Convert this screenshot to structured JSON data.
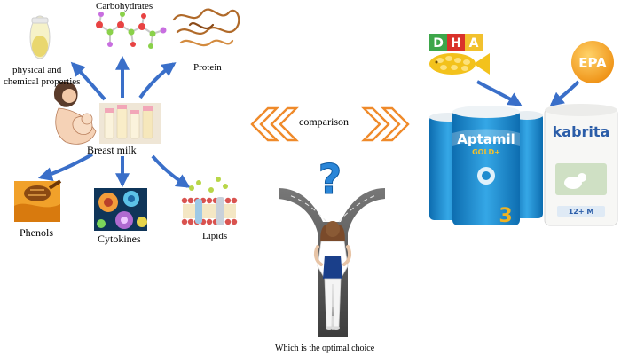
{
  "labels": {
    "carbohydrates": "Carbohydrates",
    "physical_line1": "physical and",
    "physical_line2": "chemical properties",
    "protein": "Protein",
    "breast_milk": "Breast milk",
    "phenols": "Phenols",
    "cytokines": "Cytokines",
    "lipids": "Lipids",
    "comparison": "comparison",
    "optimal_choice": "Which is the optimal choice"
  },
  "badges": {
    "dha_letters": [
      "D",
      "H",
      "A"
    ],
    "epa": "EPA"
  },
  "products": {
    "aptamil_brand": "Aptamil",
    "aptamil_sub": "GOLD+",
    "aptamil_stage": "3",
    "kabrita_brand": "kabrita",
    "kabrita_age": "12+ M"
  },
  "symbols": {
    "question_mark": "?"
  },
  "colors": {
    "arrow_blue": "#3a6fc9",
    "chevron_orange": "#ef8a2a",
    "can_blue": "#1e8ccf",
    "epa_orange": "#f4a020",
    "dha_red": "#d9322a",
    "dha_green": "#3da64a",
    "road_gray": "#5a5a5a"
  }
}
